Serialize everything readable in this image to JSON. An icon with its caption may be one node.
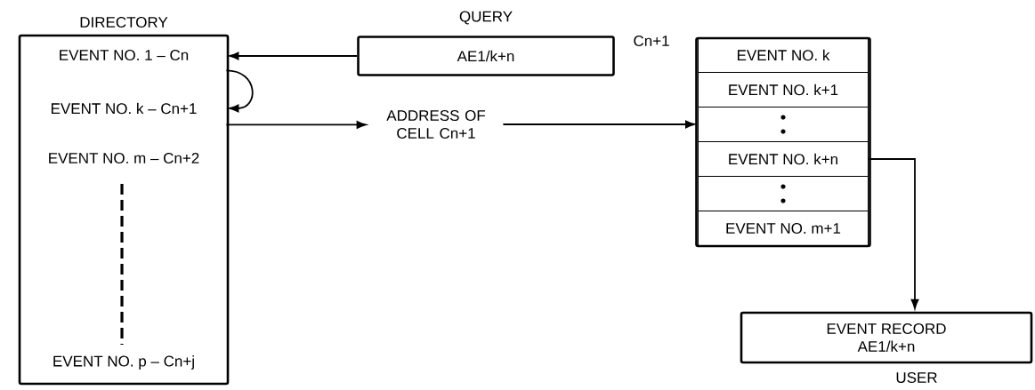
{
  "diagram": {
    "nodes": [
      {
        "text": [
          "DIRECTORY"
        ]
      },
      {
        "text": [
          "EVENT NO. 1 – Cn"
        ],
        "in": 0
      },
      {
        "text": [
          "EVENT NO. k – Cn+1"
        ],
        "in": 0
      },
      {
        "text": [
          "EVENT NO. m – Cn+2"
        ],
        "in": 0
      },
      {
        "text": [
          "EVENT NO. p – Cn+j"
        ],
        "in": 0
      },
      {
        "text": [
          "QUERY",
          "AE1/k+n"
        ]
      },
      {
        "text": [
          "ADDRESS OF CELL Cn+1"
        ]
      },
      {
        "text": [
          "Cn+1"
        ]
      },
      {
        "text": [
          "EVENT NO. k"
        ],
        "in": 7
      },
      {
        "text": [
          "EVENT NO. k+1"
        ],
        "in": 7
      },
      {
        "text": [],
        "shape": "box",
        "in": 7
      },
      {
        "text": [
          "EVENT NO. k+n"
        ],
        "in": 7
      },
      {
        "text": [],
        "shape": "box",
        "in": 7
      },
      {
        "text": [
          "EVENT NO. m+1"
        ],
        "in": 7
      },
      {
        "text": [
          "EVENT RECORD",
          "AE1/k+n"
        ],
        "beside": [
          "USER"
        ]
      }
    ],
    "edges": [
      {
        "from": 5,
        "to": 1,
        "arrow": "to"
      },
      {
        "from": 1,
        "to": 2,
        "arrow": "to"
      },
      {
        "from": 2,
        "to": 6,
        "arrow": "to"
      },
      {
        "from": 6,
        "to": 10,
        "arrow": "to"
      },
      {
        "from": 11,
        "to": 14,
        "arrow": "to"
      }
    ]
  }
}
